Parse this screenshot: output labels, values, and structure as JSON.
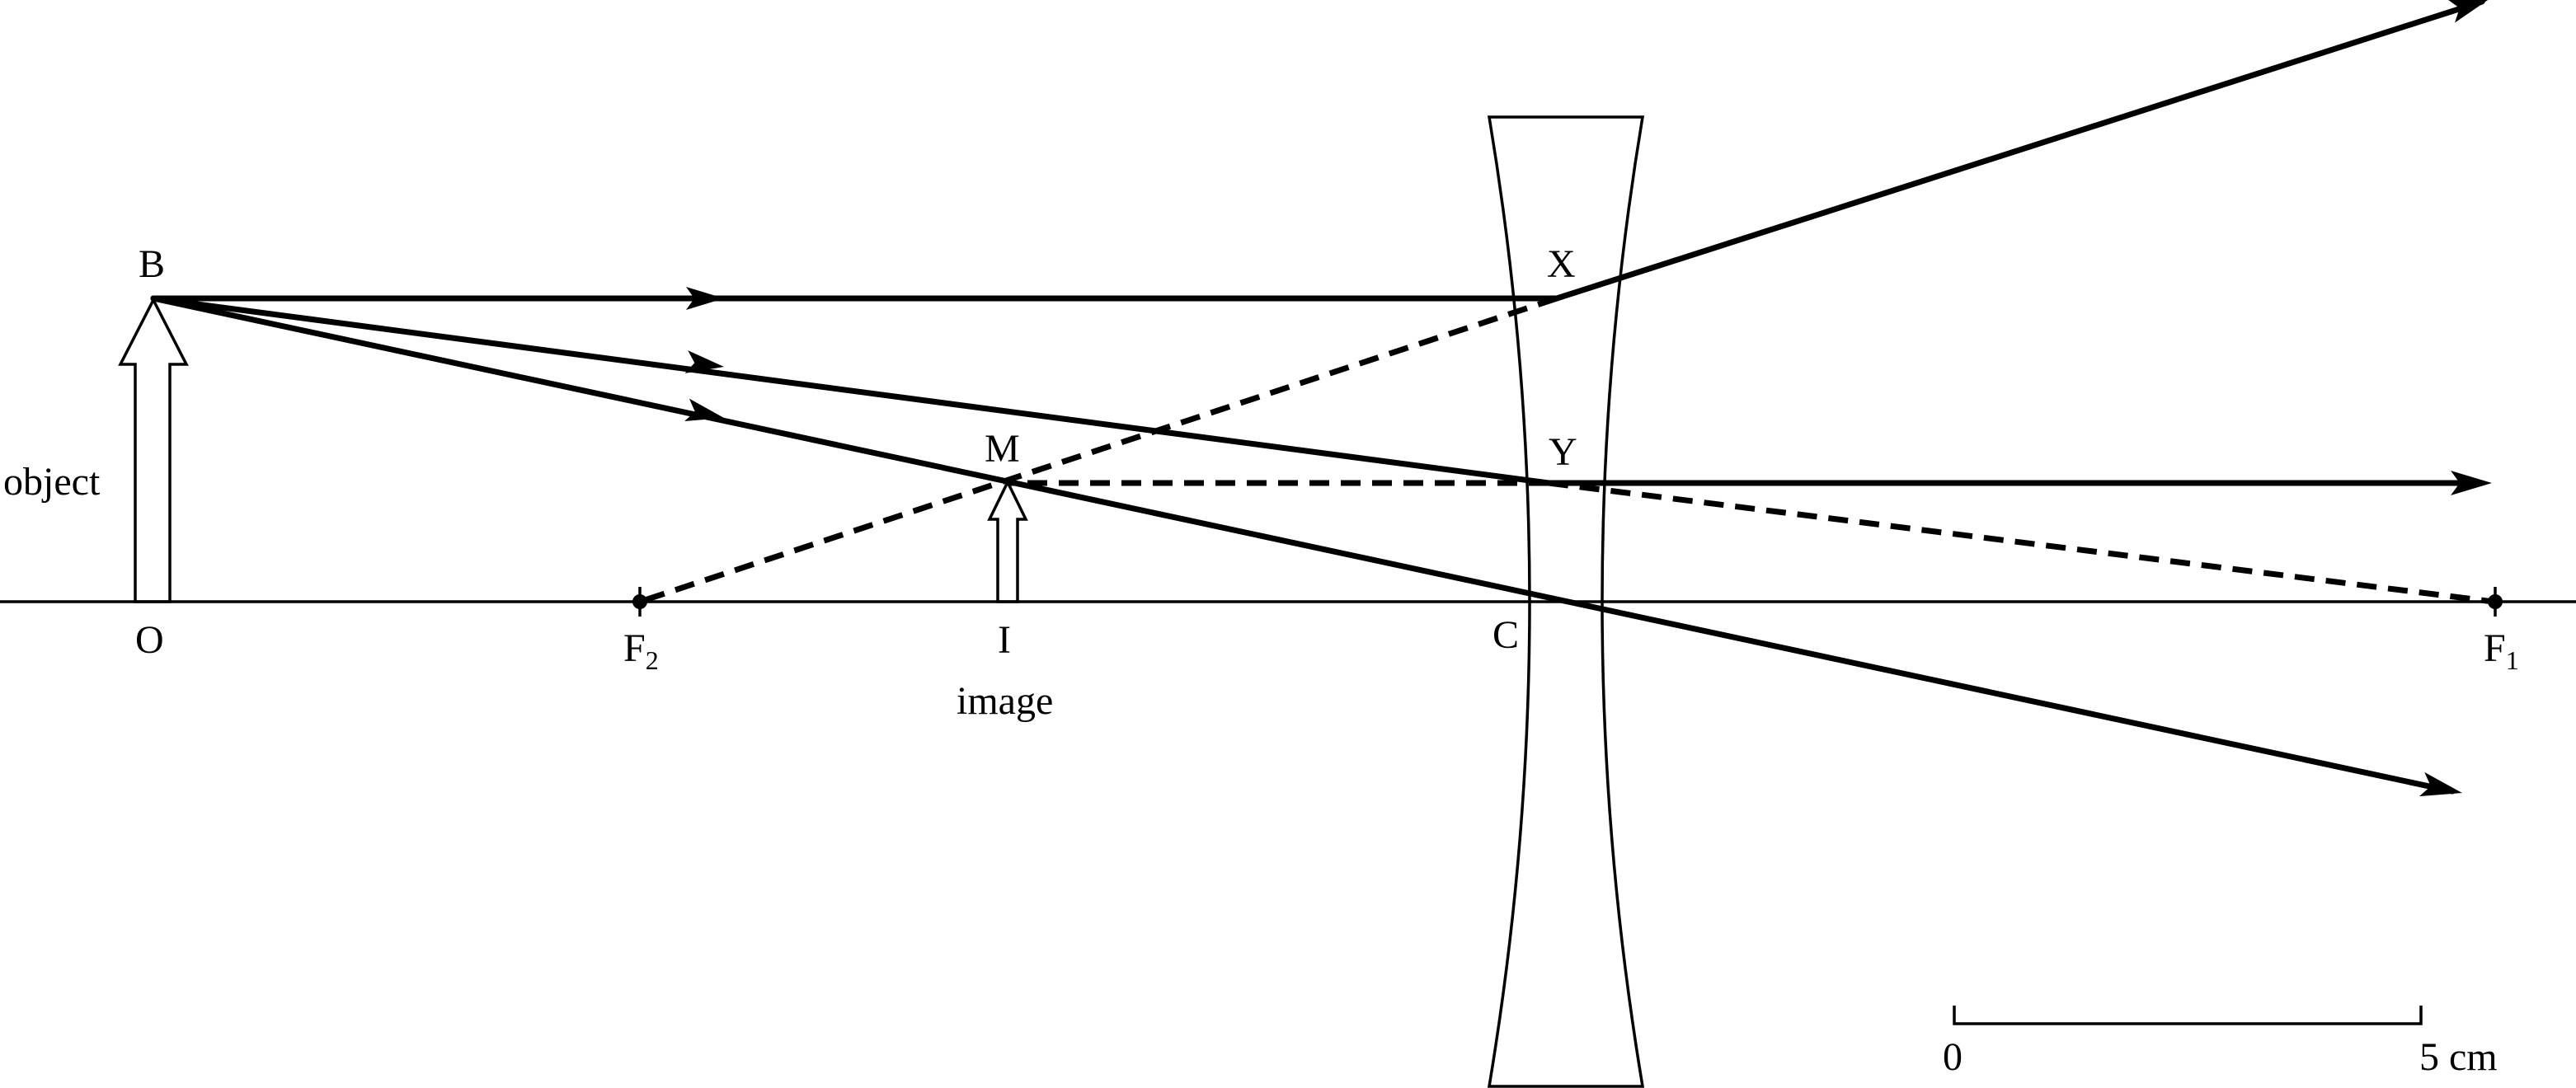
{
  "labels": {
    "B": "B",
    "O": "O",
    "object": "object",
    "F2": "F",
    "F2_sub": "2",
    "M": "M",
    "I": "I",
    "image": "image",
    "C": "C",
    "X": "X",
    "Y": "Y",
    "F1": "F",
    "F1_sub": "1"
  },
  "scale_bar": {
    "start": "0",
    "end": "5 cm"
  }
}
